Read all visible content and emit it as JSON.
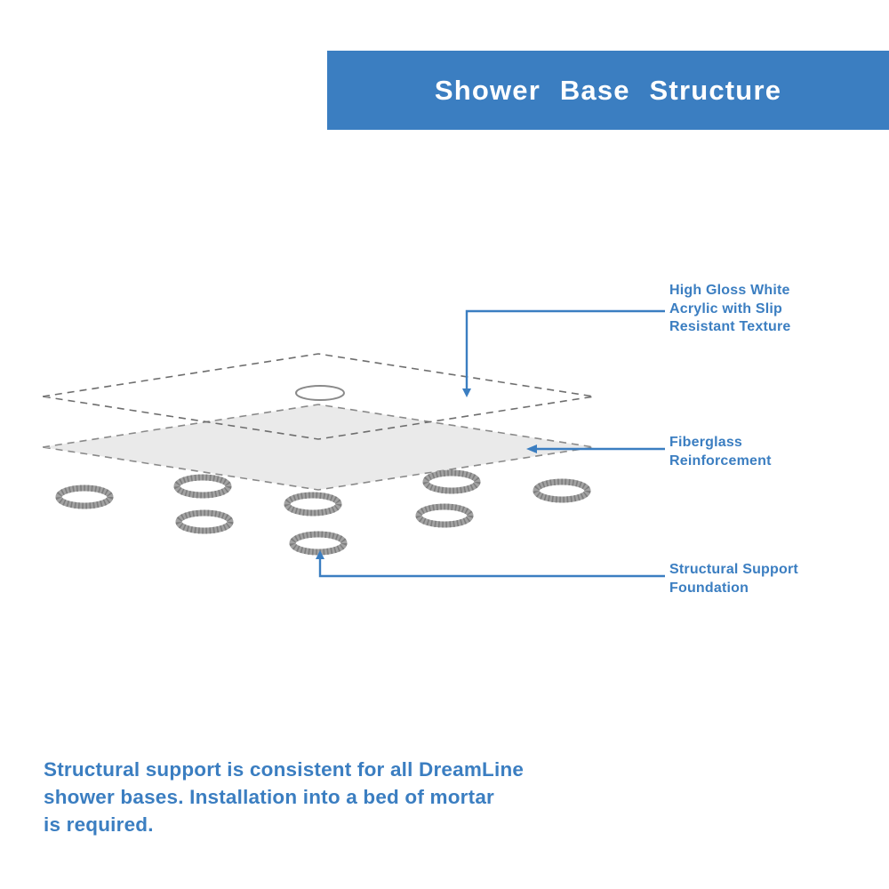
{
  "colors": {
    "brand_blue": "#3b7ec1",
    "banner_text": "#ffffff",
    "layer_fill_gray": "#eaeaea",
    "layer_dash_gray": "#6e6e6e",
    "ring_gray": "#a2a2a2",
    "background": "#ffffff"
  },
  "header": {
    "title": "Shower Base Structure"
  },
  "diagram": {
    "labels": [
      {
        "id": "acrylic",
        "lines": [
          "High Gloss White",
          "Acrylic with Slip",
          "Resistant Texture"
        ]
      },
      {
        "id": "fiberglass",
        "lines": [
          "Fiberglass",
          "Reinforcement"
        ]
      },
      {
        "id": "foundation",
        "lines": [
          "Structural Support",
          "Foundation"
        ]
      }
    ]
  },
  "footer": {
    "lines": [
      "Structural support is consistent for all DreamLine",
      "shower bases. Installation into a bed of mortar",
      "is required."
    ]
  }
}
